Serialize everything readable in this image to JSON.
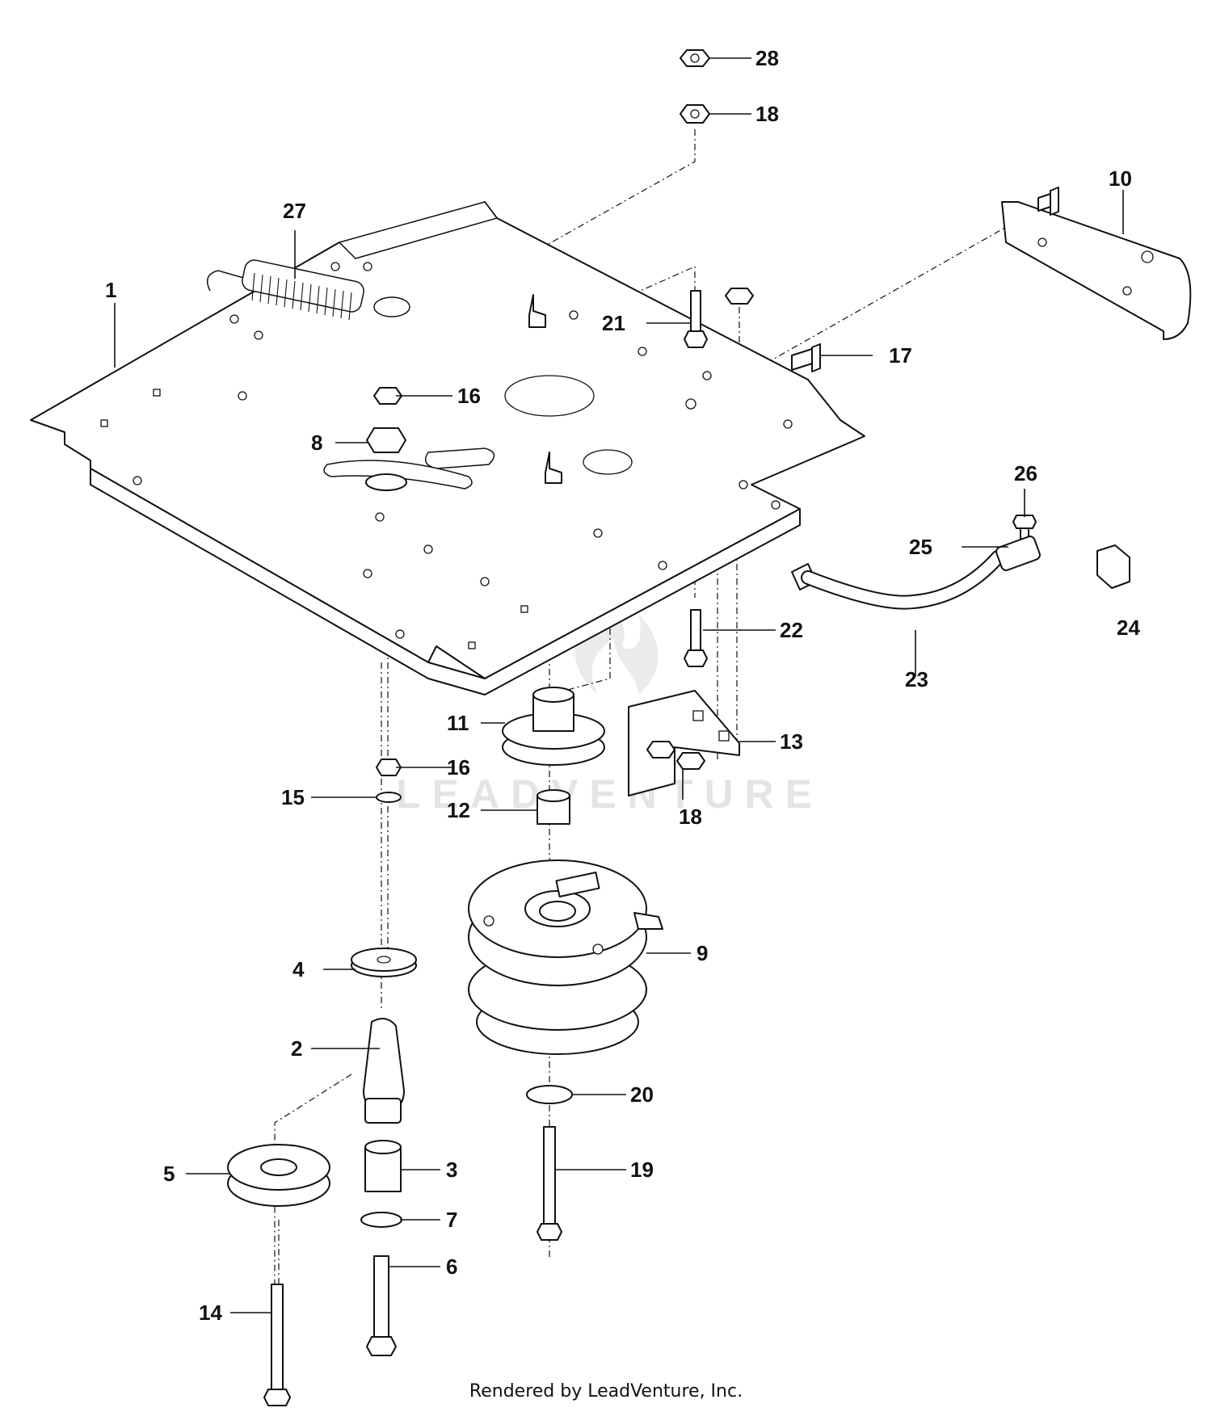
{
  "diagram": {
    "callouts": [
      "1",
      "2",
      "3",
      "4",
      "5",
      "6",
      "7",
      "8",
      "9",
      "10",
      "11",
      "12",
      "13",
      "14",
      "15",
      "16",
      "16",
      "17",
      "18",
      "18",
      "19",
      "20",
      "21",
      "22",
      "23",
      "24",
      "25",
      "26",
      "27",
      "28"
    ]
  },
  "watermark": {
    "brand": "LEADVENTURE",
    "logo": "flame-logo"
  },
  "credit": "Rendered by LeadVenture, Inc."
}
